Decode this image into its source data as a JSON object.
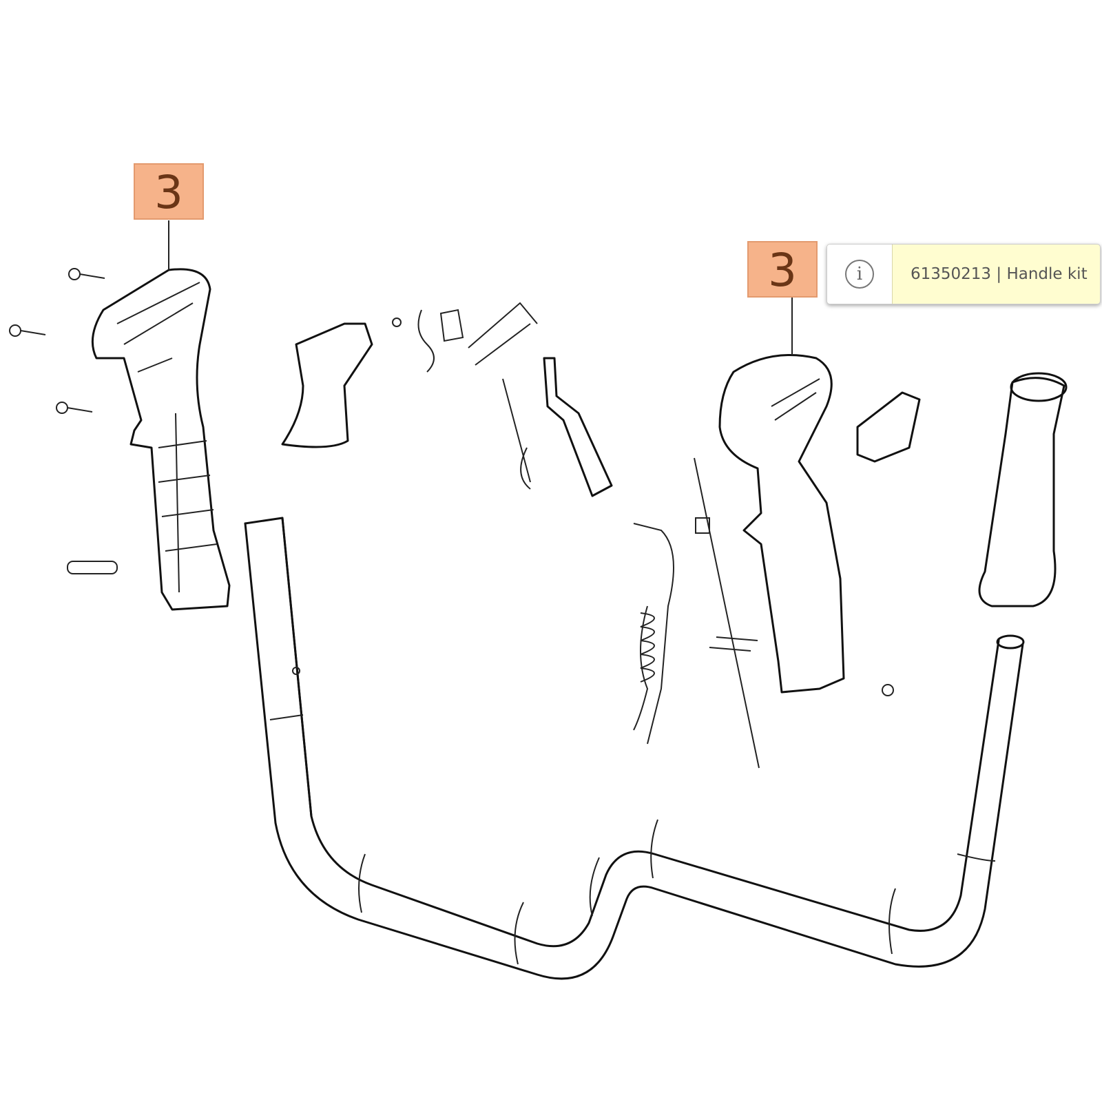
{
  "callouts": [
    {
      "number": "3"
    },
    {
      "number": "3"
    }
  ],
  "tooltip": {
    "icon": "info-icon",
    "text": "61350213 | Handle kit"
  },
  "colors": {
    "callout_fill": "#f6b38a",
    "tooltip_bg": "#fffdd0"
  }
}
